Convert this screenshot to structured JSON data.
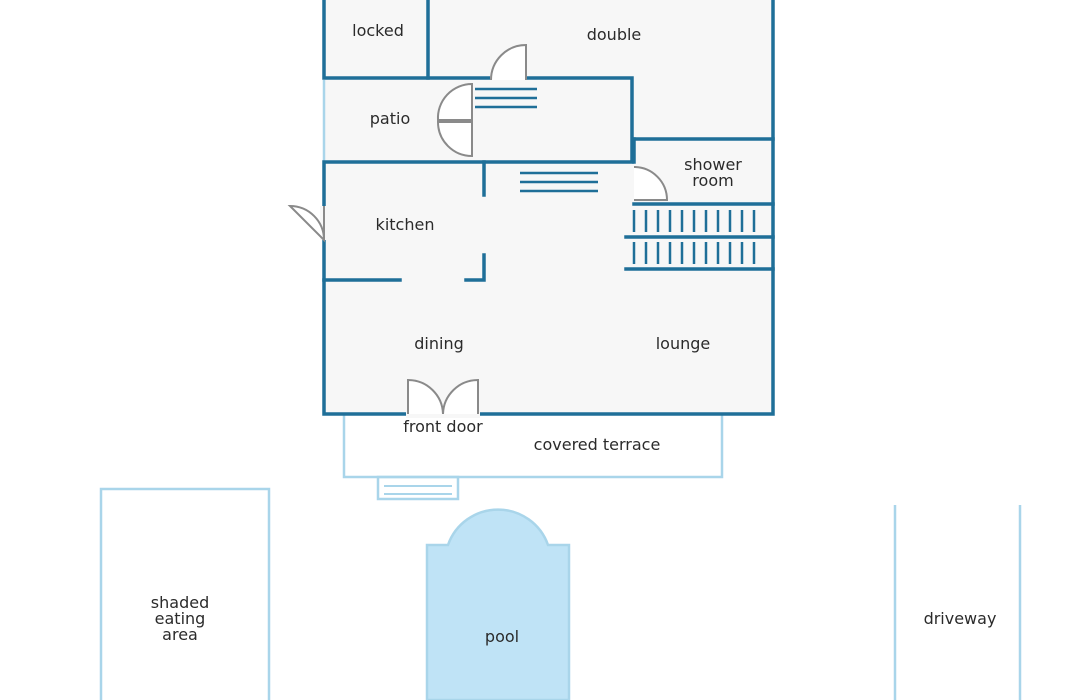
{
  "rooms": {
    "locked": "locked",
    "double": "double",
    "patio": "patio",
    "shower_line1": "shower",
    "shower_line2": "room",
    "kitchen": "kitchen",
    "dining": "dining",
    "lounge": "lounge",
    "front_door": "front door",
    "covered_terrace": "covered terrace",
    "shaded_line1": "shaded",
    "shaded_line2": "eating",
    "shaded_line3": "area",
    "pool": "pool",
    "driveway": "driveway"
  },
  "colors": {
    "wall": "#1f6f98",
    "outline": "#a9d5ea",
    "floor": "#f7f7f7",
    "pool": "#bfe3f6",
    "door": "#8a8a8a"
  }
}
